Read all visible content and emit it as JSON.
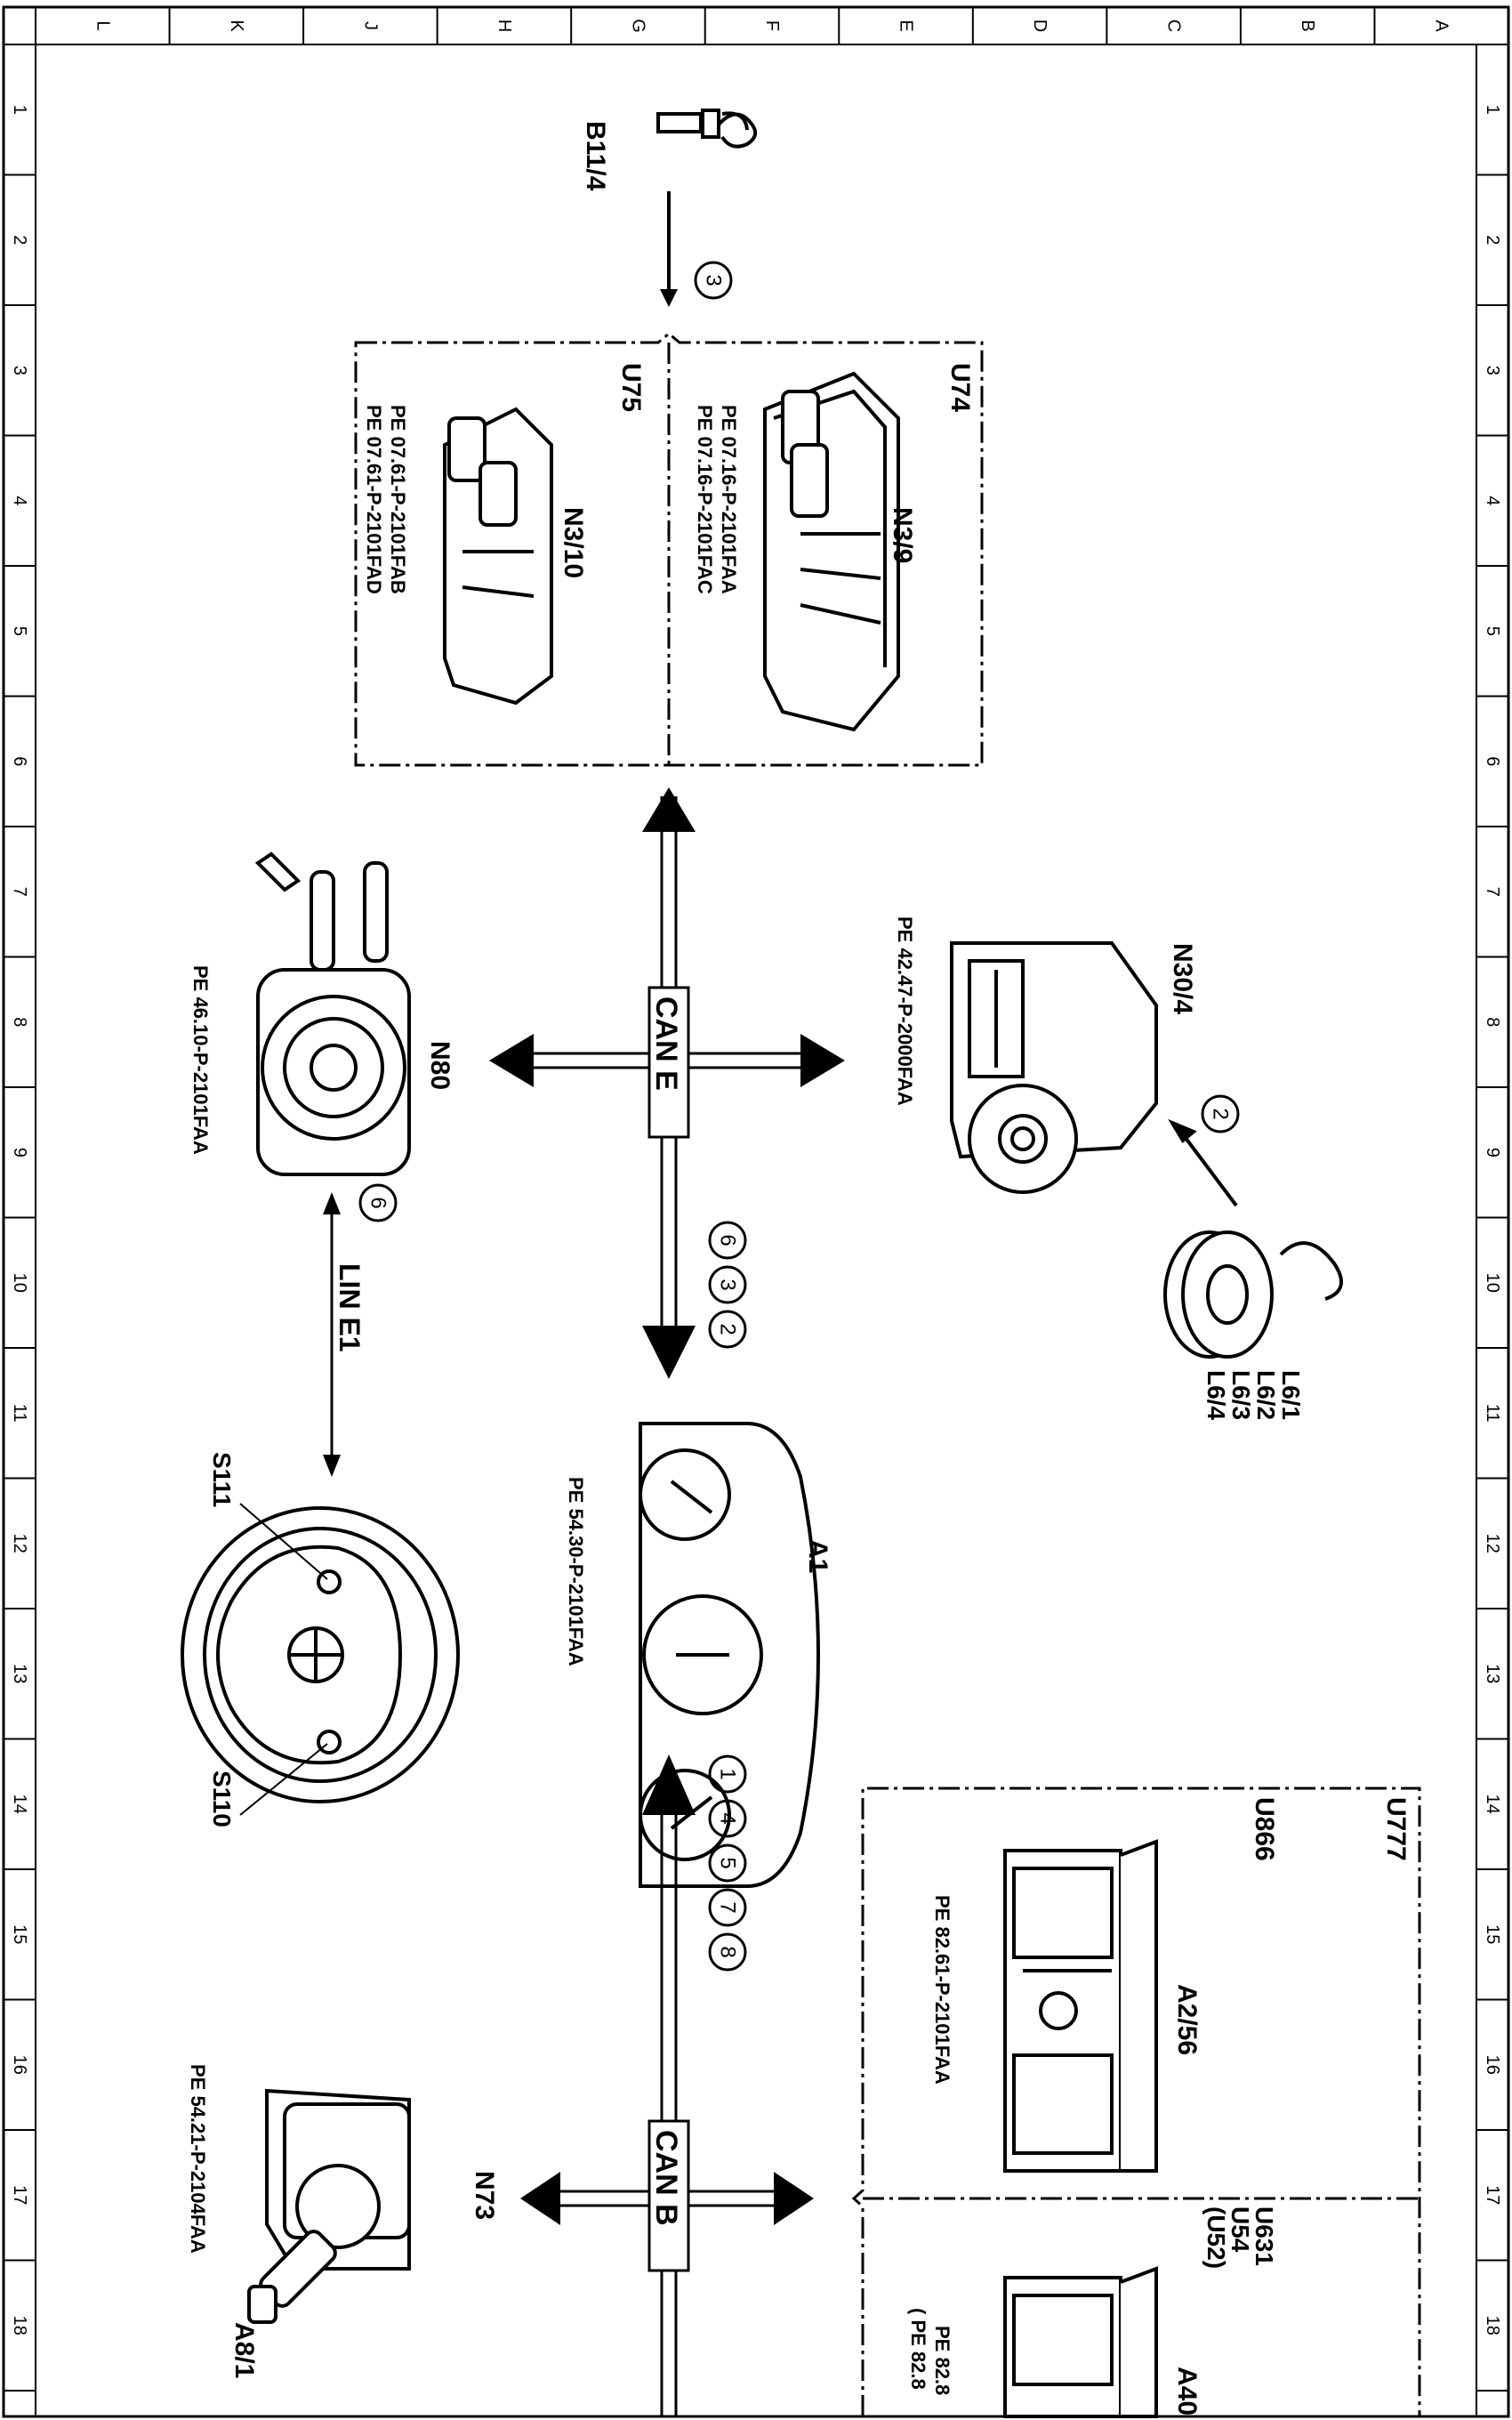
{
  "border": {
    "columns": [
      "L",
      "K",
      "J",
      "H",
      "G",
      "F",
      "E",
      "D",
      "C",
      "B",
      "A"
    ],
    "rows": [
      "1",
      "2",
      "3",
      "4",
      "5",
      "6",
      "7",
      "8",
      "9",
      "10",
      "11",
      "12",
      "13",
      "14",
      "15",
      "16",
      "17",
      "18"
    ]
  },
  "components": {
    "b11_4": {
      "label": "B11/4"
    },
    "n3_9": {
      "label": "N3/9",
      "group": "U74",
      "refs": [
        "PE 07.16-P-2101FAA",
        "PE 07.16-P-2101FAC"
      ]
    },
    "n3_10": {
      "label": "N3/10",
      "group": "U75",
      "refs": [
        "PE 07.61-P-2101FAB",
        "PE 07.61-P-2101FAD"
      ]
    },
    "n30_4": {
      "label": "N30/4",
      "ref": "PE 42.47-P-2000FAA"
    },
    "l6": {
      "labels": [
        "L6/1",
        "L6/2",
        "L6/3",
        "L6/4"
      ]
    },
    "n80": {
      "label": "N80",
      "ref": "PE 46.10-P-2101FAA"
    },
    "a1": {
      "label": "A1",
      "ref": "PE 54.30-P-2101FAA"
    },
    "steering": {
      "s111": "S111",
      "s110": "S110"
    },
    "a2_56": {
      "label": "A2/56",
      "group_outer": "U777",
      "group": "U866",
      "ref": "PE 82.61-P-2101FAA"
    },
    "a40": {
      "label": "A40",
      "group": "U631",
      "group2": "U54",
      "group3": "(U52)",
      "ref1": "PE 82.8",
      "ref2": "( PE 82.8"
    },
    "n73": {
      "label": "N73",
      "ref": "PE 54.21-P-2104FAA",
      "key": "A8/1"
    }
  },
  "buses": {
    "can_e": "CAN E",
    "can_b": "CAN B",
    "lin": "LIN E1"
  },
  "markers": {
    "m_b11": "3",
    "m_l6": "2",
    "m_n80": "6",
    "can_e_down": [
      "6",
      "3",
      "2"
    ],
    "can_b_up": [
      "1",
      "4",
      "5",
      "7",
      "8"
    ]
  }
}
